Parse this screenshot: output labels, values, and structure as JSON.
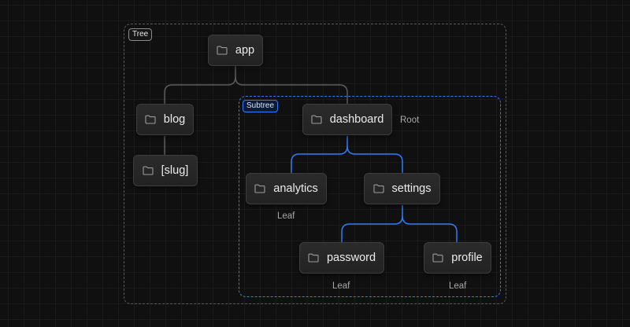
{
  "frames": {
    "tree_label": "Tree",
    "subtree_label": "Subtree"
  },
  "nodes": {
    "app": "app",
    "blog": "blog",
    "slug": "[slug]",
    "dashboard": "dashboard",
    "analytics": "analytics",
    "settings": "settings",
    "password": "password",
    "profile": "profile"
  },
  "annotations": {
    "root": "Root",
    "leaf_analytics": "Leaf",
    "leaf_password": "Leaf",
    "leaf_profile": "Leaf"
  },
  "colors": {
    "tree_edge": "#5c5c5c",
    "subtree_edge": "#2f7df6",
    "node_background": "#262626",
    "canvas": "#101010"
  },
  "icons": {
    "node_icon": "folder-icon"
  }
}
